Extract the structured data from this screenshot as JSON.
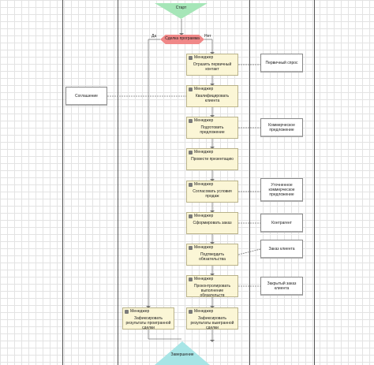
{
  "start": "Старт",
  "end": "Завершение",
  "decision": {
    "label": "Сделка программа",
    "yes": "Да",
    "no": "Нет"
  },
  "tasks": [
    {
      "role": "Менеджер",
      "text": "Отразить первичный контакт"
    },
    {
      "role": "Менеджер",
      "text": "Квалифицировать клиента"
    },
    {
      "role": "Менеджер",
      "text": "Подготовить предложение"
    },
    {
      "role": "Менеджер",
      "text": "Провести презентацию"
    },
    {
      "role": "Менеджер",
      "text": "Согласовать условия продаж"
    },
    {
      "role": "Менеджер",
      "text": "Сформировать заказ"
    },
    {
      "role": "Менеджер",
      "text": "Подтвердить обязательства"
    },
    {
      "role": "Менеджер",
      "text": "Проконтролировать выполнение обязательств"
    },
    {
      "role": "Менеджер",
      "text": "Зафиксировать результаты выигранной сделки"
    }
  ],
  "left_task": {
    "role": "Менеджер",
    "text": "Зафиксировать результаты проигранной сделки"
  },
  "documents": [
    "Первичный спрос",
    "Коммерческое предложение",
    "Уточненное коммерческое предложение",
    "Контрагент",
    "Заказ клиента",
    "Закрытый заказ клиента"
  ],
  "agreement_doc": "Соглашение",
  "colors": {
    "start": "#a6e6b8",
    "end": "#a8e5e6",
    "decision": "#f08888",
    "task_fill": "#fbf6d6"
  }
}
